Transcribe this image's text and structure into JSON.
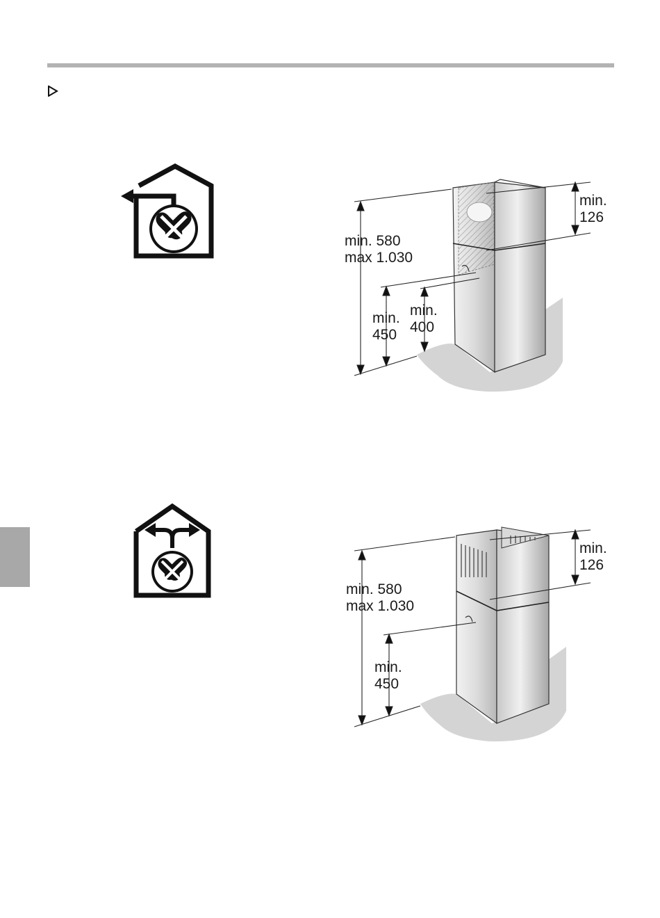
{
  "page": {
    "colors": {
      "rule": "#b3b3b3",
      "side_tab": "#a8a8a8",
      "steel_light": "#e6e6e6",
      "steel_dark": "#9d9d9d",
      "floor_shadow": "#d9d9d9"
    }
  },
  "icons": {
    "top": "exhaust-air-mode-icon",
    "bottom": "recirculation-mode-icon"
  },
  "figure_top": {
    "dim_top_right": "min.\n126",
    "dim_total": "min. 580\nmax 1.030",
    "dim_left_bottom": "min.\n450",
    "dim_mid_bottom": "min.\n400"
  },
  "figure_bottom": {
    "dim_top_right": "min.\n126",
    "dim_total": "min. 580\nmax 1.030",
    "dim_left_bottom": "min.\n450"
  }
}
